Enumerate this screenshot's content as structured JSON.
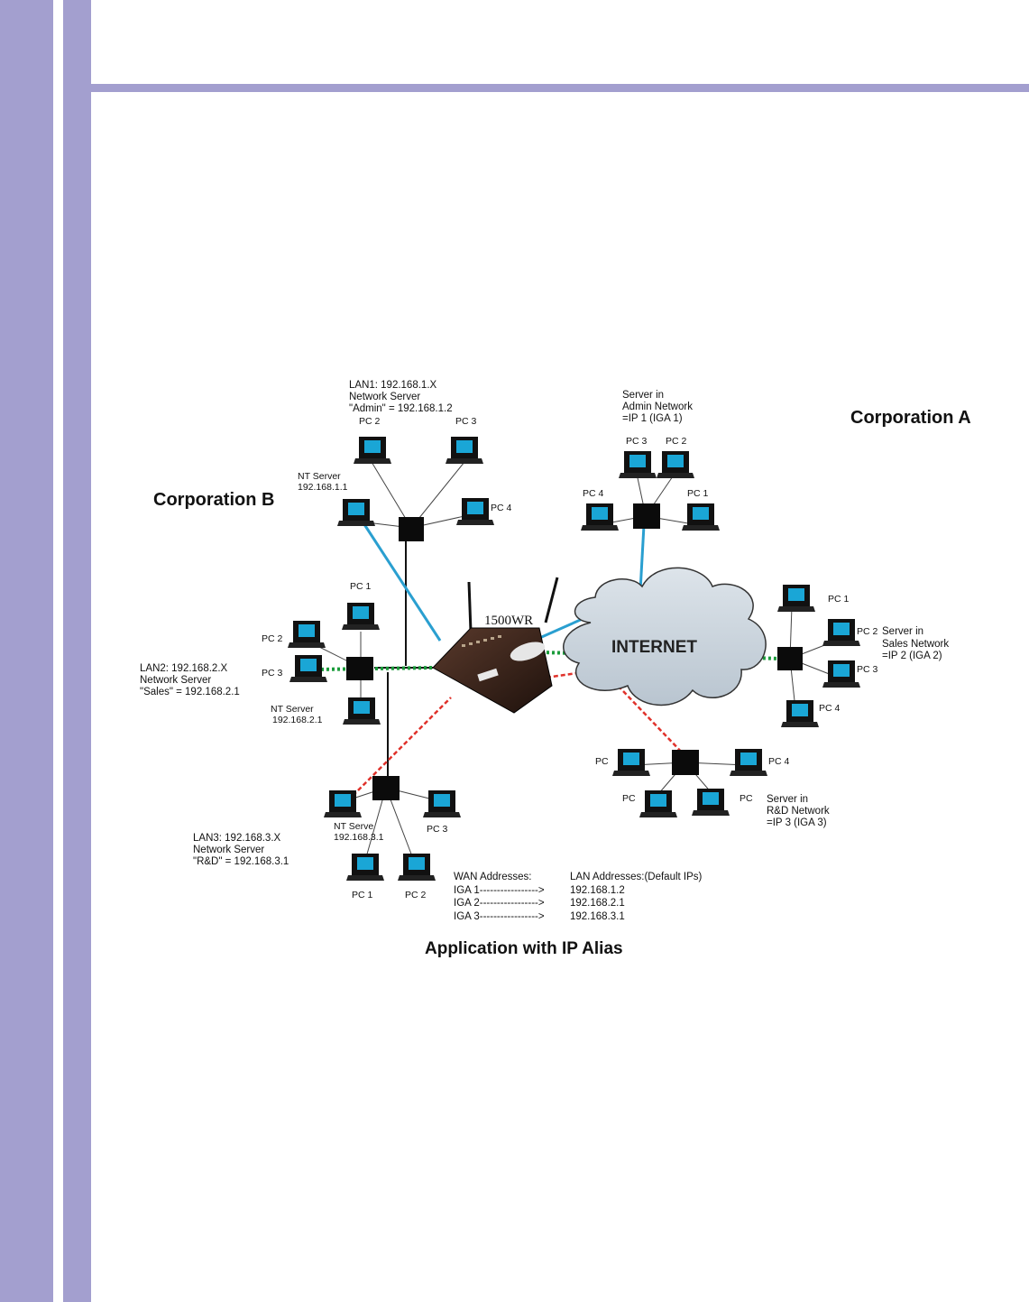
{
  "corporation_a": "Corporation A",
  "corporation_b": "Corporation B",
  "router_model": "1500WR",
  "internet_label": "INTERNET",
  "caption": "Application with IP Alias",
  "lan1": {
    "label_line1": "LAN1: 192.168.1.X",
    "label_line2": "Network Server",
    "label_line3": "\"Admin\" = 192.168.1.2",
    "nt_server_line1": "NT Server",
    "nt_server_line2": "192.168.1.1",
    "pcs": [
      "PC 2",
      "PC 3",
      "PC 4"
    ]
  },
  "lan2": {
    "label_line1": "LAN2: 192.168.2.X",
    "label_line2": "Network Server",
    "label_line3": "\"Sales\" = 192.168.2.1",
    "nt_server_line1": "NT Server",
    "nt_server_line2": "192.168.2.1",
    "pcs": [
      "PC 1",
      "PC 2",
      "PC 3"
    ]
  },
  "lan3": {
    "label_line1": "LAN3: 192.168.3.X",
    "label_line2": "Network Server",
    "label_line3": "\"R&D\" = 192.168.3.1",
    "nt_server_line1": "NT Serve",
    "nt_server_line2": "192.168.3.1",
    "pcs": [
      "PC 3",
      "PC 1",
      "PC 2"
    ]
  },
  "admin_net": {
    "label_line1": "Server in",
    "label_line2": "Admin Network",
    "label_line3": "=IP 1 (IGA 1)",
    "pcs": [
      "PC 3",
      "PC 2",
      "PC 4",
      "PC 1"
    ]
  },
  "sales_net": {
    "label_line1": "Server in",
    "label_line2": "Sales Network",
    "label_line3": "=IP 2 (IGA 2)",
    "pcs": [
      "PC 1",
      "PC 2",
      "PC 3",
      "PC 4"
    ]
  },
  "rd_net": {
    "label_line1": "Server in",
    "label_line2": "R&D Network",
    "label_line3": "=IP 3 (IGA 3)",
    "pcs": [
      "PC",
      "PC",
      "PC",
      "PC 4"
    ]
  },
  "address_table": {
    "wan_header": "WAN Addresses:",
    "lan_header": "LAN Addresses:(Default IPs)",
    "rows": [
      {
        "wan": "IGA 1-----------------> ",
        "lan": "192.168.1.2"
      },
      {
        "wan": "IGA 2-----------------> ",
        "lan": "192.168.2.1"
      },
      {
        "wan": "IGA 3-----------------> ",
        "lan": "192.168.3.1"
      }
    ]
  },
  "colors": {
    "page_bars": "#a39fcf",
    "blue_link": "#2a9fd0",
    "green_link": "#1a9b3a",
    "red_link": "#e0322b",
    "pc_screen": "#1aa6d6",
    "cloud_fill": "#c8d2dc"
  }
}
